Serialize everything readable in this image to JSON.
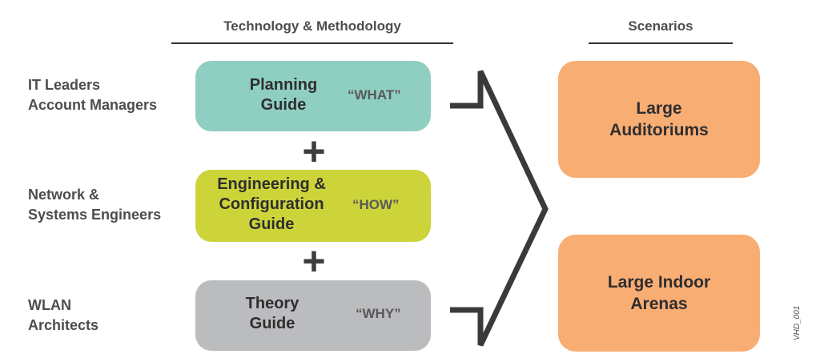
{
  "headers": {
    "methodology": "Technology & Methodology",
    "scenarios": "Scenarios"
  },
  "roles": [
    {
      "lines": [
        "IT Leaders",
        "Account Managers"
      ]
    },
    {
      "lines": [
        "Network &",
        "Systems Engineers"
      ]
    },
    {
      "lines": [
        "WLAN",
        "Architects"
      ]
    }
  ],
  "guides": [
    {
      "title_lines": [
        "Planning",
        "Guide"
      ],
      "tag": "“WHAT”",
      "color": "#8fcfc1"
    },
    {
      "title_lines": [
        "Engineering &",
        "Configuration",
        "Guide"
      ],
      "tag": "“HOW”",
      "color": "#cdd43a"
    },
    {
      "title_lines": [
        "Theory",
        "Guide"
      ],
      "tag": "“WHY”",
      "color": "#bbbcbe"
    }
  ],
  "plus_symbol": "+",
  "scenarios": [
    {
      "lines": [
        "Large",
        "Auditoriums"
      ]
    },
    {
      "lines": [
        "Large Indoor",
        "Arenas"
      ]
    }
  ],
  "scenario_color": "#f8ad73",
  "footer_code": "VHD_001"
}
